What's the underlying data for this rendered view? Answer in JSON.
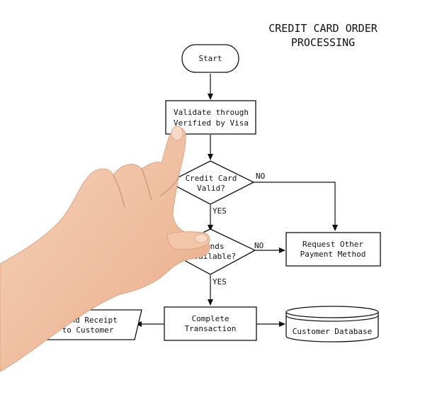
{
  "title": {
    "line1": "CREDIT CARD ORDER",
    "line2": "PROCESSING"
  },
  "nodes": {
    "start": "Start",
    "validate": {
      "line1": "Validate through",
      "line2": "Verified by Visa"
    },
    "card_valid": {
      "line1": "Credit Card",
      "line2": "Valid?"
    },
    "funds": {
      "line1": "Funds",
      "line2": "Available?"
    },
    "request_other": {
      "line1": "Request Other",
      "line2": "Payment Method"
    },
    "complete": {
      "line1": "Complete",
      "line2": "Transaction"
    },
    "send_receipt": {
      "line1": "Send  Receipt",
      "line2": "to Customer"
    },
    "database": "Customer Database"
  },
  "edges": {
    "card_valid_no": "NO",
    "card_valid_yes": "YES",
    "funds_no": "NO",
    "funds_yes": "YES"
  },
  "colors": {
    "ink": "#111111",
    "background": "#ffffff",
    "skin": "#f0c0a0"
  },
  "decoration": "hand-pointing"
}
